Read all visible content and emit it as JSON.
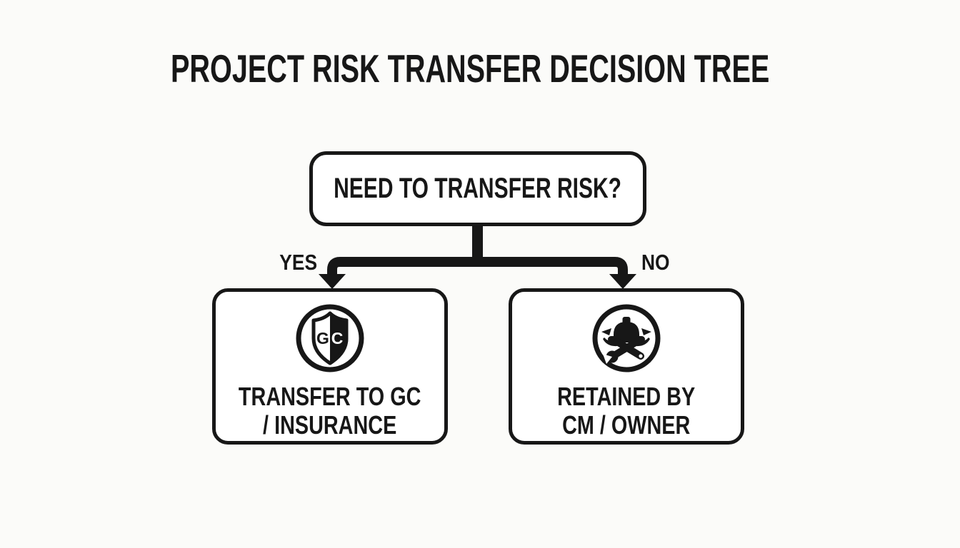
{
  "title": "PROJECT RISK TRANSFER DECISION TREE",
  "root_node": {
    "label": "NEED TO TRANSFER RISK?"
  },
  "branches": {
    "yes_label": "YES",
    "no_label": "NO"
  },
  "outcomes": {
    "yes": {
      "icon": "shield-gc-icon",
      "icon_letters": {
        "left": "G",
        "right": "C"
      },
      "line1": "TRANSFER TO GC",
      "line2": "/ INSURANCE"
    },
    "no": {
      "icon": "hardhat-tools-icon",
      "line1": "RETAINED BY",
      "line2": "CM / OWNER"
    }
  },
  "colors": {
    "ink": "#171717",
    "background": "#fbfbf9",
    "box_fill": "#ffffff"
  }
}
